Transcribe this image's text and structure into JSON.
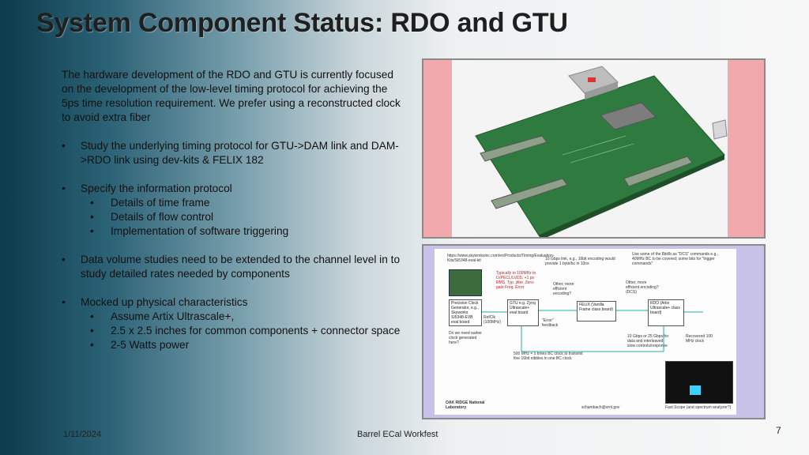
{
  "title": "System Component Status: RDO and GTU",
  "intro": "The hardware development of the RDO and GTU is currently focused on the development of the low-level timing protocol for achieving the 5ps time resolution requirement.  We prefer using a reconstructed clock to avoid extra fiber",
  "bullets": [
    {
      "text": "Study the underlying timing protocol for GTU->DAM link and DAM->RDO link using dev-kits & FELIX 182",
      "subs": []
    },
    {
      "text": "Specify the information protocol",
      "subs": [
        "Details of time frame",
        "Details of flow control",
        "Implementation of software triggering"
      ]
    },
    {
      "text": "Data volume studies need to be extended to the channel level in to study detailed rates needed by components",
      "subs": []
    },
    {
      "text": "Mocked up physical characteristics",
      "subs": [
        "Assume Artix Ultrascale+,",
        "2.5 x 2.5 inches for common components + connector space",
        "2-5 Watts power"
      ]
    }
  ],
  "bullet_char": "•",
  "diagram": {
    "url": "https://www.skyworksinc.com/en/Products/Timing/Evaluation-Kits/Si5348-eval-kit",
    "note_top1": "10 Gbps link, e.g., 16bit encoding would provide 1 byte/bc in 10ns",
    "note_top2": "Use some of the 8bit/b as \"DCS\" commands e.g., 40MHz BC to be covered; some bits for \"trigger commands\"",
    "note_red": "Typically to 100MHz to LVPECL/LVDS, +1 ps RMS. Typ. jitter. Zero-gate Freq. Error",
    "clock_gen": "Precision Clock Generator, e.g., Skyworks SI5348-EVB eval board",
    "gtu": "GTU e.g. Zynq Ultrascale+ eval board",
    "felix": "FELIX (Vanilla Frame class board)",
    "rdo": "RDO (Artix Ultrascale+ class board)",
    "other_left": "Other, more efficient encoding?",
    "other_right": "Other, more efficient encoding? (DCS)",
    "refclk": "RefClk (100MHz)",
    "feedback": "\"Error\" feedback",
    "no_need": "Do we need earlier clock generated here?",
    "link_note": "10 Gbps or 25 Gbps for data and interleaved slow controls/response",
    "recovered": "Recovered 100 MHz clock",
    "bc_clock": "500 MHz = 5 times BC clock to transmit fine 16bit nibbles in one BC clock",
    "ornl": "OAK RIDGE National Laboratory",
    "email": "schambach@ornl.gov",
    "scope": "Fast Scope (and spectrum analyzer?)"
  },
  "footer": {
    "date": "1/11/2024",
    "center": "Barrel ECal Workfest",
    "page": "7"
  },
  "colors": {
    "pcb_frame": "#f2a9ad",
    "diagram_frame": "#c9c2e8",
    "pcb_board": "#2f7a3e"
  }
}
